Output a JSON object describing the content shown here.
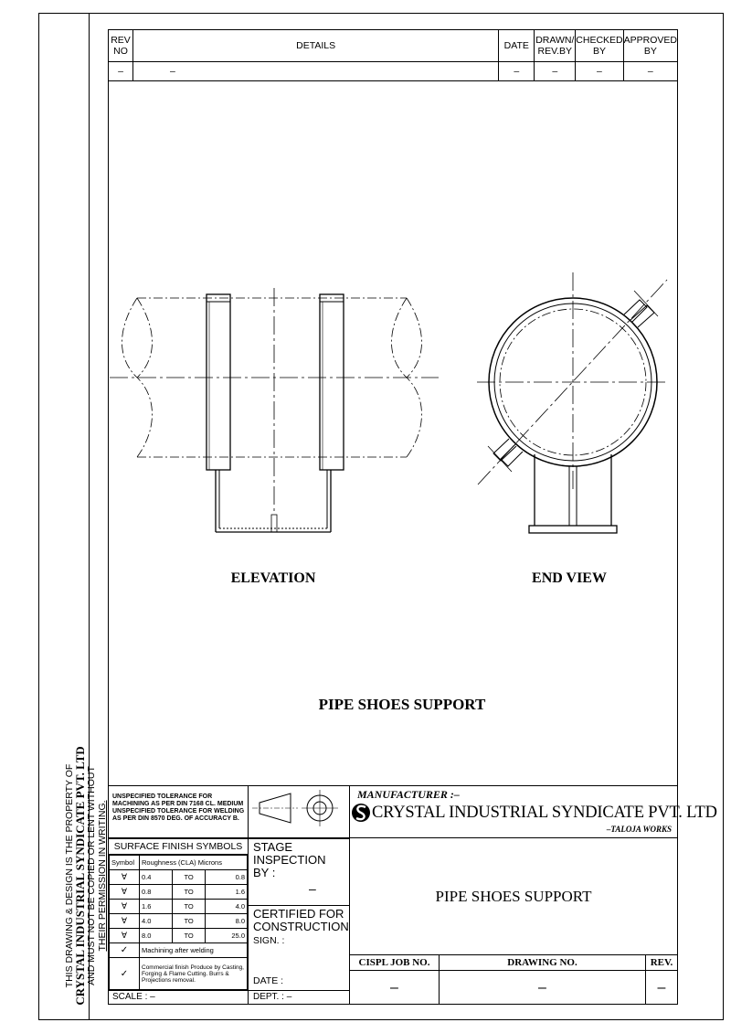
{
  "side_note": {
    "line1": "THIS DRAWING & DESIGN IS THE PROPERTY OF",
    "line2": "CRYSTAL INDUSTRIAL SYNDICATE PVT. LTD",
    "line3": "AND MUST NOT BE COPIED OR LENT WITHOUT",
    "line4": "THEIR PERMISSION IN WRITING."
  },
  "revision_table": {
    "headers": {
      "rev_no": "REV\nNO",
      "details": "DETAILS",
      "date": "DATE",
      "drawn": "DRAWN/\nREV.BY",
      "checked": "CHECKED\nBY",
      "approved": "APPROVED\nBY"
    },
    "row": {
      "rev_no": "–",
      "details": "–",
      "date": "–",
      "drawn": "–",
      "checked": "–",
      "approved": "–"
    }
  },
  "views": {
    "elevation_label": "ELEVATION",
    "end_view_label": "END VIEW"
  },
  "drawing_caption": "PIPE SHOES SUPPORT",
  "tolerance_note": {
    "line1": "UNSPECIFIED TOLERANCE FOR",
    "line2": "MACHINING AS PER DIN 7168 CL. MEDIUM",
    "line3": "UNSPECIFIED TOLERANCE FOR WELDING",
    "line4": "AS PER DIN 8570 DEG. OF ACCURACY B."
  },
  "surface_finish": {
    "title": "SURFACE FINISH SYMBOLS",
    "headers": [
      "Symbol",
      "Roughness (CLA) Microns"
    ],
    "rows": [
      {
        "from": "0.4",
        "to": "TO",
        "upto": "0.8"
      },
      {
        "from": "0.8",
        "to": "TO",
        "upto": "1.6"
      },
      {
        "from": "1.6",
        "to": "TO",
        "upto": "4.0"
      },
      {
        "from": "4.0",
        "to": "TO",
        "upto": "8.0"
      },
      {
        "from": "8.0",
        "to": "TO",
        "upto": "25.0"
      }
    ],
    "machining_after_welding": "Machining after welding",
    "commercial_finish": "Commercial finish Produce by Casting, Forging & Flame Cutting. Burrs & Projections removal."
  },
  "scale": {
    "label": "SCALE :",
    "value": "–"
  },
  "stage_inspection": {
    "label": "STAGE\nINSPECTION\nBY :",
    "value": "–"
  },
  "certified": {
    "label": "CERTIFIED FOR\nCONSTRUCTION",
    "sign": "SIGN. :",
    "date": "DATE :",
    "dept": "DEPT. :",
    "dept_value": "–"
  },
  "manufacturer": {
    "label": "MANUFACTURER :–",
    "company": "CRYSTAL INDUSTRIAL SYNDICATE PVT. LTD",
    "works": "–TALOJA WORKS"
  },
  "title": "PIPE SHOES SUPPORT",
  "job": {
    "cispl_label": "CISPL JOB NO.",
    "drawing_label": "DRAWING NO.",
    "rev_label": "REV.",
    "cispl_value": "–",
    "drawing_value": "–",
    "rev_value": "–"
  }
}
